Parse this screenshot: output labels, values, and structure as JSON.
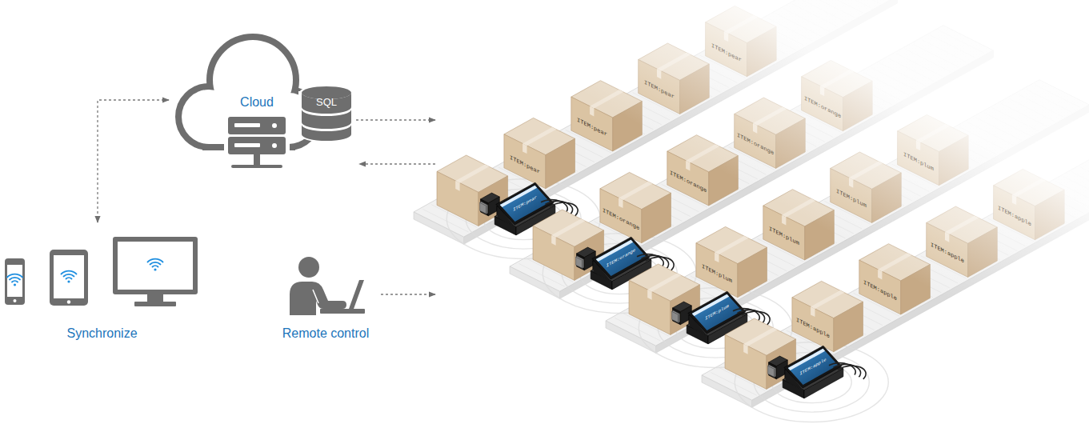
{
  "diagram": {
    "nodes": [
      {
        "text": [
          "Cloud"
        ]
      },
      {
        "text": [
          "SQL"
        ],
        "in": 0
      },
      {
        "text": [
          "Synchronize"
        ]
      },
      {
        "text": [
          "Remote control"
        ]
      },
      {
        "text": [
          "ITEM:pear",
          "ITEM:pear",
          "ITEM:pear",
          "ITEM:pear",
          "ITEM:pear",
          "ITEM:orange",
          "ITEM:orange",
          "ITEM:orange",
          "ITEM:orange",
          "ITEM:orange",
          "ITEM:plum",
          "ITEM:plum",
          "ITEM:plum",
          "ITEM:plum",
          "ITEM:plum",
          "ITEM:apple",
          "ITEM:apple",
          "ITEM:apple",
          "ITEM:apple",
          "ITEM:apple"
        ]
      }
    ],
    "edges": [
      {
        "from": 1,
        "to": 4,
        "arrow": "to"
      },
      {
        "from": 4,
        "to": 0,
        "arrow": "to"
      },
      {
        "from": 0,
        "to": 2,
        "arrow": "both"
      },
      {
        "from": 3,
        "to": 4,
        "arrow": "to"
      }
    ]
  }
}
